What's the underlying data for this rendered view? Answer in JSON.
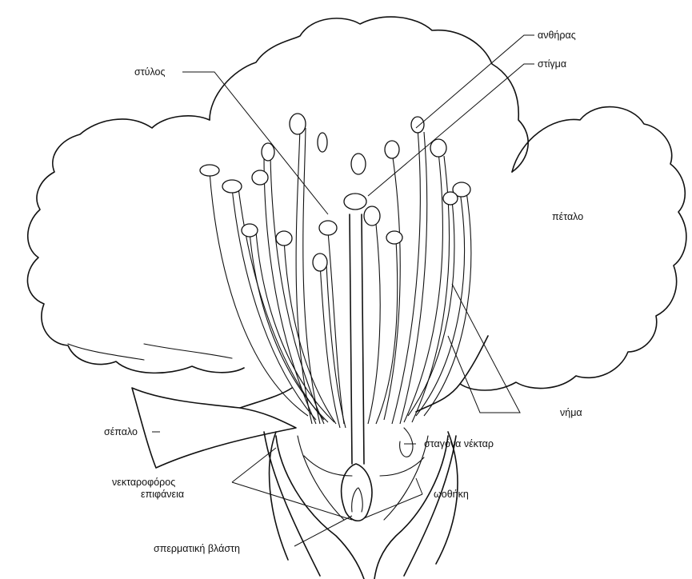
{
  "labels": {
    "anthiras": "ανθήρας",
    "stigma": "στίγμα",
    "stylos": "στύλος",
    "petalo": "πέταλο",
    "nima": "νήμα",
    "sepalo": "σέπαλο",
    "stagona_nektar": "σταγόνα νέκταρ",
    "nektarofoross": "νεκταροφόρος",
    "epifaneia": "επιφάνεια",
    "oothiki": "ωοθήκη",
    "spermatiki_vlasti": "σπερματική βλάστη"
  }
}
